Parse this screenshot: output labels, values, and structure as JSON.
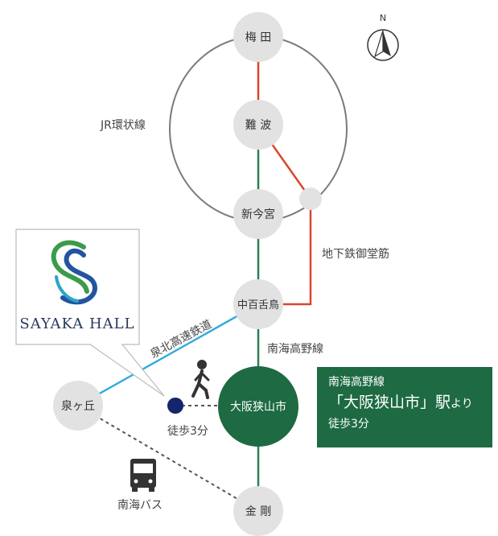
{
  "stations": {
    "umeda": "梅 田",
    "namba": "難 波",
    "shinimamiya": "新今宮",
    "nakamozu": "中百舌鳥",
    "osakasayama": "大阪狭山市",
    "izumigaoka": "泉ヶ丘",
    "kongo": "金 剛"
  },
  "lines": {
    "jr_loop": "JR環状線",
    "midosuji": "地下鉄御堂筋",
    "nankai_koya": "南海高野線",
    "senboku": "泉北高速鉄道",
    "nankai_bus": "南海バス"
  },
  "walk_label": "徒歩3分",
  "north_label": "N",
  "logo": {
    "text": "SAYAKA HALL"
  },
  "info_box": {
    "line1": "南海高野線",
    "line2_main": "「大阪狭山市」駅",
    "line2_suffix": "より",
    "line3": "徒歩3分"
  },
  "colors": {
    "station_gray": "#e2e2e2",
    "jr_loop": "#7a7a7a",
    "midosuji": "#d9472b",
    "nankai": "#2e7d55",
    "senboku": "#33aadd",
    "walk_dot": "#14256e",
    "highlight_station": "#1d6a43",
    "info_box": "#1d6a43"
  },
  "icons": [
    "north-arrow-icon",
    "walking-person-icon",
    "bus-icon",
    "sayaka-hall-logo"
  ]
}
